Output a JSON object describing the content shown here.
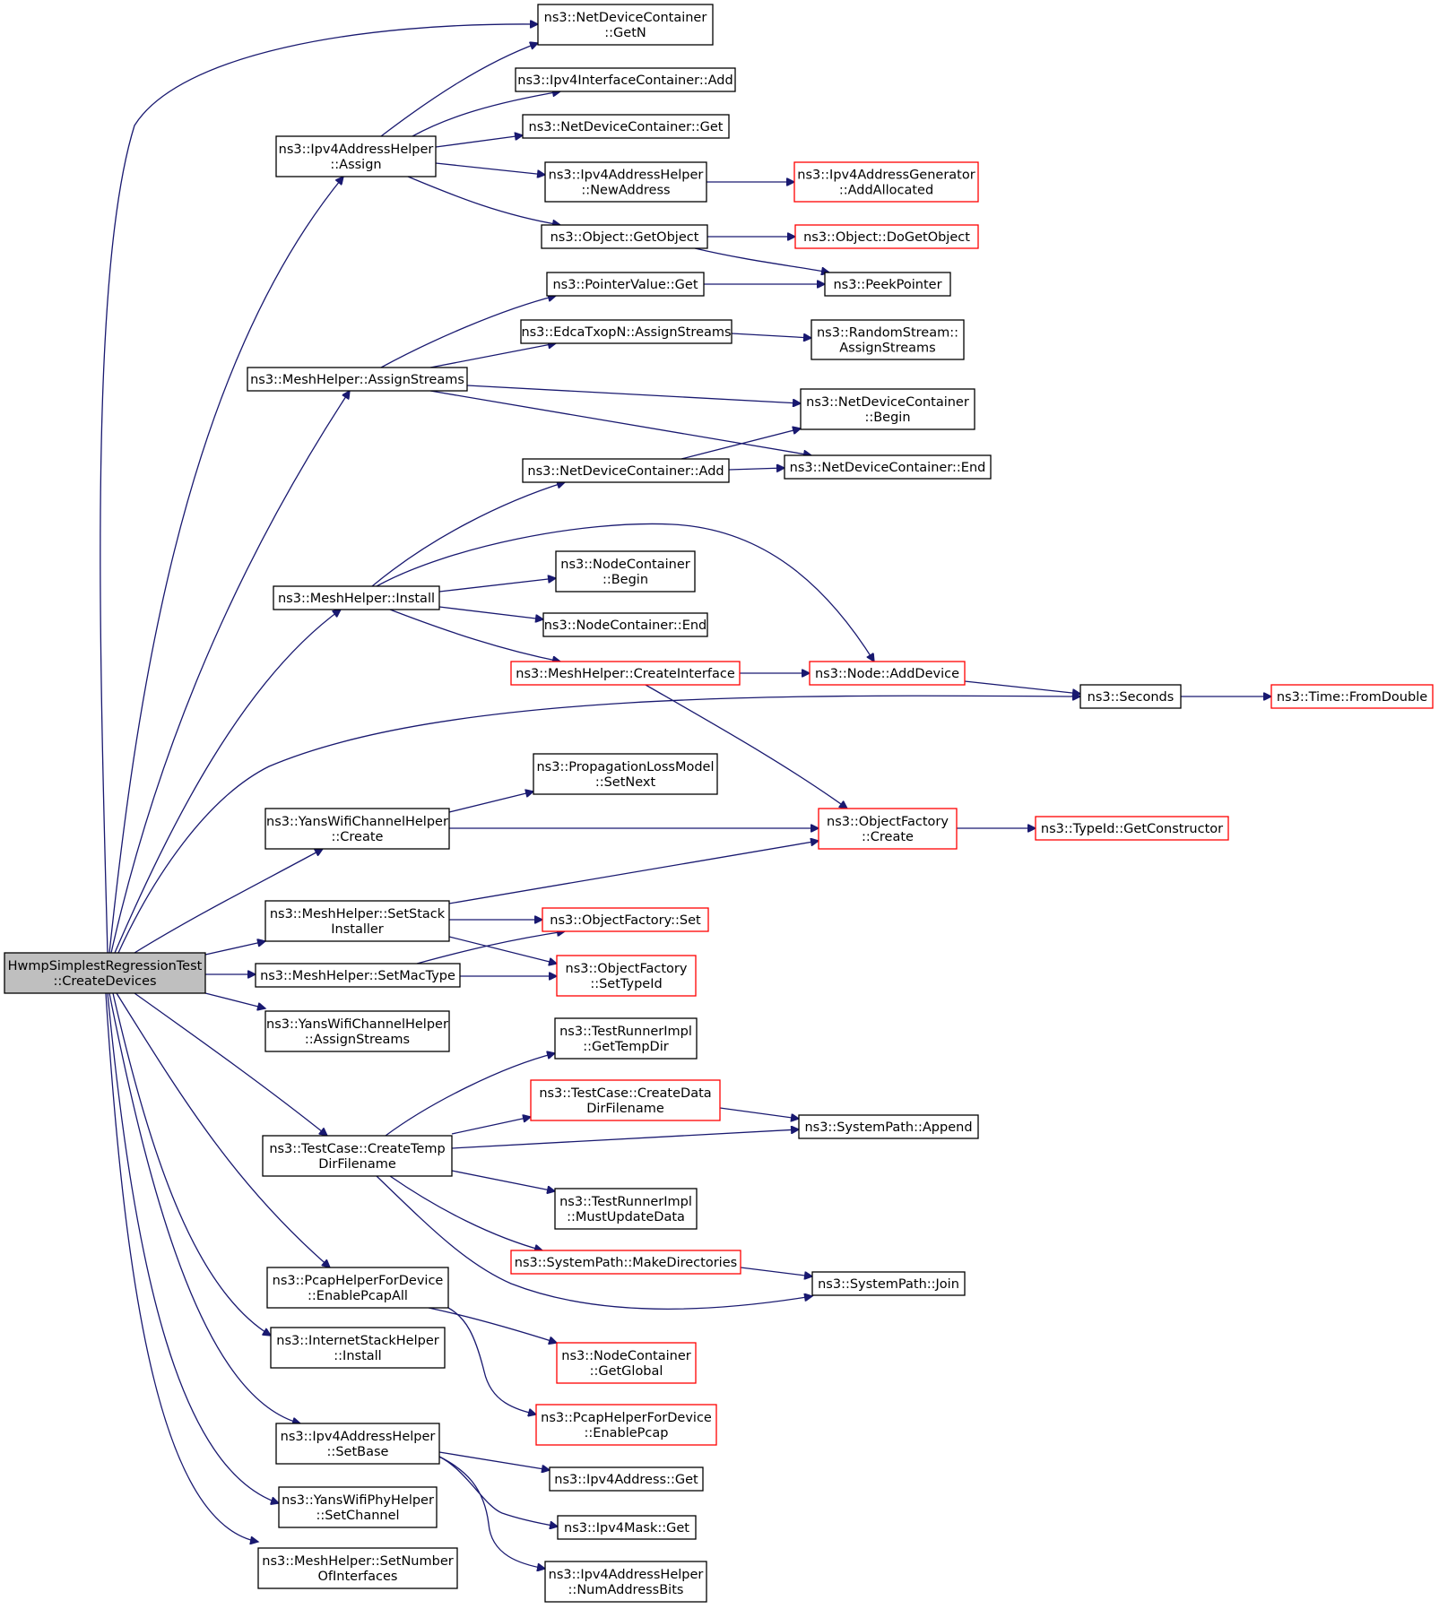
{
  "nodes": {
    "root": {
      "lines": [
        "HwmpSimplestRegressionTest",
        "::CreateDevices"
      ],
      "style": "root"
    },
    "ndcGetN": {
      "lines": [
        "ns3::NetDeviceContainer",
        "::GetN"
      ],
      "style": "black"
    },
    "ipv4IfcAdd": {
      "lines": [
        "ns3::Ipv4InterfaceContainer::Add"
      ],
      "style": "black"
    },
    "ndcGet": {
      "lines": [
        "ns3::NetDeviceContainer::Get"
      ],
      "style": "black"
    },
    "ipv4AssignAssign": {
      "lines": [
        "ns3::Ipv4AddressHelper",
        "::Assign"
      ],
      "style": "black"
    },
    "ipv4NewAddress": {
      "lines": [
        "ns3::Ipv4AddressHelper",
        "::NewAddress"
      ],
      "style": "black"
    },
    "ipv4GenAddAllocated": {
      "lines": [
        "ns3::Ipv4AddressGenerator",
        "::AddAllocated"
      ],
      "style": "red"
    },
    "objGetObject": {
      "lines": [
        "ns3::Object::GetObject"
      ],
      "style": "black"
    },
    "objDoGetObject": {
      "lines": [
        "ns3::Object::DoGetObject"
      ],
      "style": "red"
    },
    "ptrValueGet": {
      "lines": [
        "ns3::PointerValue::Get"
      ],
      "style": "black"
    },
    "peekPointer": {
      "lines": [
        "ns3::PeekPointer"
      ],
      "style": "black"
    },
    "edcaAssignStreams": {
      "lines": [
        "ns3::EdcaTxopN::AssignStreams"
      ],
      "style": "black"
    },
    "randomStreamAssign": {
      "lines": [
        "ns3::RandomStream::",
        "AssignStreams"
      ],
      "style": "black"
    },
    "meshAssignStreams": {
      "lines": [
        "ns3::MeshHelper::AssignStreams"
      ],
      "style": "black"
    },
    "ndcBegin": {
      "lines": [
        "ns3::NetDeviceContainer",
        "::Begin"
      ],
      "style": "black"
    },
    "ndcAdd": {
      "lines": [
        "ns3::NetDeviceContainer::Add"
      ],
      "style": "black"
    },
    "ndcEnd": {
      "lines": [
        "ns3::NetDeviceContainer::End"
      ],
      "style": "black"
    },
    "nodeContBegin": {
      "lines": [
        "ns3::NodeContainer",
        "::Begin"
      ],
      "style": "black"
    },
    "meshInstall": {
      "lines": [
        "ns3::MeshHelper::Install"
      ],
      "style": "black"
    },
    "nodeContEnd": {
      "lines": [
        "ns3::NodeContainer::End"
      ],
      "style": "black"
    },
    "meshCreateIface": {
      "lines": [
        "ns3::MeshHelper::CreateInterface"
      ],
      "style": "red"
    },
    "nodeAddDevice": {
      "lines": [
        "ns3::Node::AddDevice"
      ],
      "style": "red"
    },
    "seconds": {
      "lines": [
        "ns3::Seconds"
      ],
      "style": "black"
    },
    "timeFromDouble": {
      "lines": [
        "ns3::Time::FromDouble"
      ],
      "style": "red"
    },
    "propSetNext": {
      "lines": [
        "ns3::PropagationLossModel",
        "::SetNext"
      ],
      "style": "black"
    },
    "yansChanCreate": {
      "lines": [
        "ns3::YansWifiChannelHelper",
        "::Create"
      ],
      "style": "black"
    },
    "objFactoryCreate": {
      "lines": [
        "ns3::ObjectFactory",
        "::Create"
      ],
      "style": "red"
    },
    "typeIdGetCtor": {
      "lines": [
        "ns3::TypeId::GetConstructor"
      ],
      "style": "red"
    },
    "meshSetStack": {
      "lines": [
        "ns3::MeshHelper::SetStack",
        "Installer"
      ],
      "style": "black"
    },
    "objFactorySet": {
      "lines": [
        "ns3::ObjectFactory::Set"
      ],
      "style": "red"
    },
    "meshSetMacType": {
      "lines": [
        "ns3::MeshHelper::SetMacType"
      ],
      "style": "black"
    },
    "objFactorySetTypeId": {
      "lines": [
        "ns3::ObjectFactory",
        "::SetTypeId"
      ],
      "style": "red"
    },
    "yansChanAssign": {
      "lines": [
        "ns3::YansWifiChannelHelper",
        "::AssignStreams"
      ],
      "style": "black"
    },
    "trGetTempDir": {
      "lines": [
        "ns3::TestRunnerImpl",
        "::GetTempDir"
      ],
      "style": "black"
    },
    "tcCreateDataDir": {
      "lines": [
        "ns3::TestCase::CreateData",
        "DirFilename"
      ],
      "style": "red"
    },
    "tcCreateTempDir": {
      "lines": [
        "ns3::TestCase::CreateTemp",
        "DirFilename"
      ],
      "style": "black"
    },
    "spAppend": {
      "lines": [
        "ns3::SystemPath::Append"
      ],
      "style": "black"
    },
    "trMustUpdate": {
      "lines": [
        "ns3::TestRunnerImpl",
        "::MustUpdateData"
      ],
      "style": "black"
    },
    "spMakeDirs": {
      "lines": [
        "ns3::SystemPath::MakeDirectories"
      ],
      "style": "red"
    },
    "spJoin": {
      "lines": [
        "ns3::SystemPath::Join"
      ],
      "style": "black"
    },
    "pcapEnableAll": {
      "lines": [
        "ns3::PcapHelperForDevice",
        "::EnablePcapAll"
      ],
      "style": "black"
    },
    "nodeContGetGlobal": {
      "lines": [
        "ns3::NodeContainer",
        "::GetGlobal"
      ],
      "style": "red"
    },
    "inetInstall": {
      "lines": [
        "ns3::InternetStackHelper",
        "::Install"
      ],
      "style": "black"
    },
    "pcapEnable": {
      "lines": [
        "ns3::PcapHelperForDevice",
        "::EnablePcap"
      ],
      "style": "red"
    },
    "ipv4SetBase": {
      "lines": [
        "ns3::Ipv4AddressHelper",
        "::SetBase"
      ],
      "style": "black"
    },
    "ipv4AddrGet": {
      "lines": [
        "ns3::Ipv4Address::Get"
      ],
      "style": "black"
    },
    "yansPhySetChan": {
      "lines": [
        "ns3::YansWifiPhyHelper",
        "::SetChannel"
      ],
      "style": "black"
    },
    "ipv4MaskGet": {
      "lines": [
        "ns3::Ipv4Mask::Get"
      ],
      "style": "black"
    },
    "ipv4NumBits": {
      "lines": [
        "ns3::Ipv4AddressHelper",
        "::NumAddressBits"
      ],
      "style": "black"
    },
    "meshSetNumIfaces": {
      "lines": [
        "ns3::MeshHelper::SetNumber",
        "OfInterfaces"
      ],
      "style": "black"
    }
  }
}
